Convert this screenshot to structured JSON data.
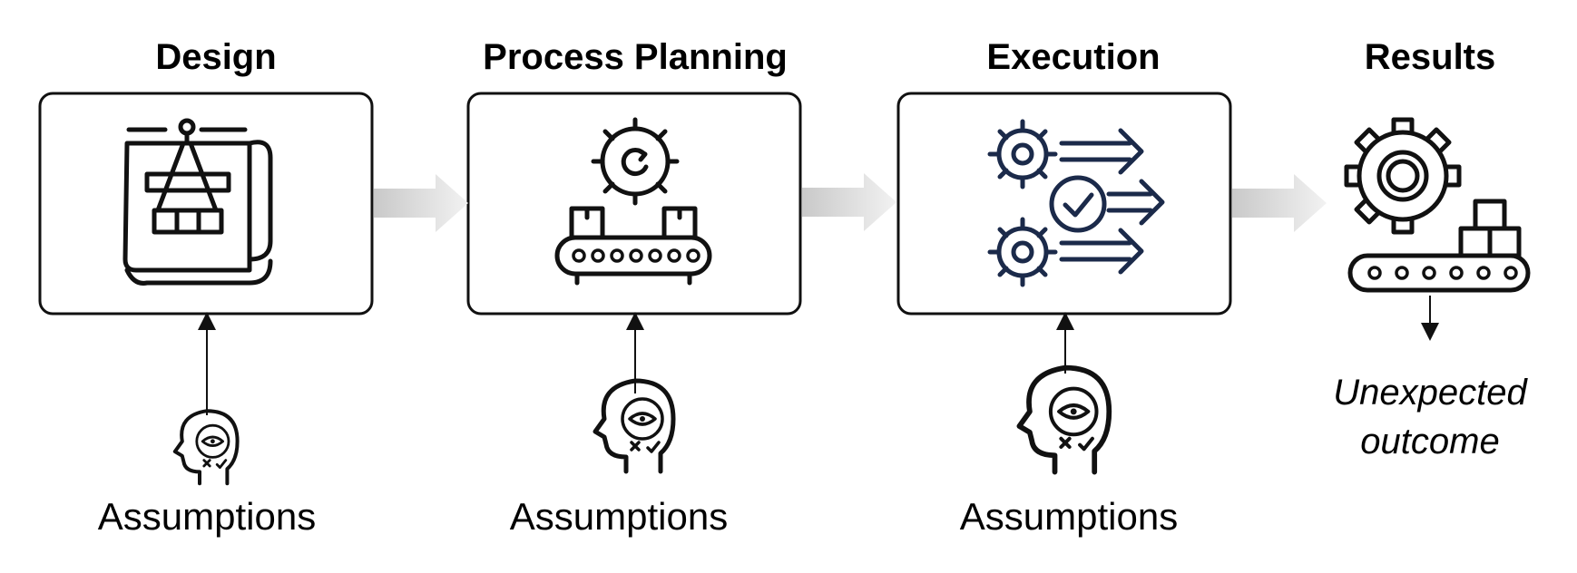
{
  "stages": [
    {
      "title": "Design",
      "icon": "blueprint-compass-icon"
    },
    {
      "title": "Process Planning",
      "icon": "conveyor-gear-icon"
    },
    {
      "title": "Execution",
      "icon": "gears-arrows-check-icon"
    },
    {
      "title": "Results",
      "icon": "gear-conveyor-boxes-icon"
    }
  ],
  "assumptions": [
    {
      "label": "Assumptions",
      "icon": "head-eye-icon"
    },
    {
      "label": "Assumptions",
      "icon": "head-eye-icon"
    },
    {
      "label": "Assumptions",
      "icon": "head-eye-icon"
    }
  ],
  "outcome": {
    "line1": "Unexpected",
    "line2": "outcome"
  },
  "colors": {
    "execution_icon": "#1b2a4a",
    "flow_arrow": "#d9d9d9"
  }
}
